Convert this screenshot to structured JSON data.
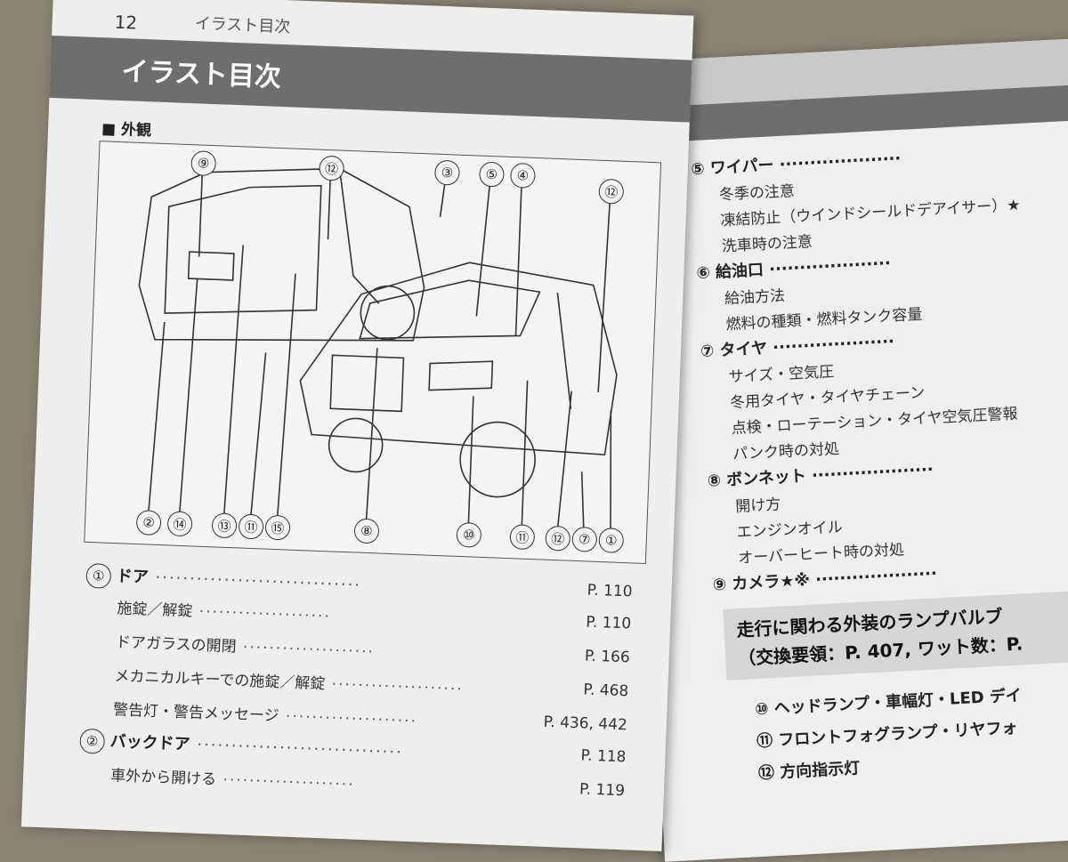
{
  "left": {
    "page_number": "12",
    "header_label": "イラスト目次",
    "title": "イラスト目次",
    "section": "■ 外観",
    "figure_callouts_top": [
      "⑨",
      "⑫",
      "③",
      "⑤",
      "④",
      "⑫"
    ],
    "figure_callouts_bottom": [
      "②",
      "⑭",
      "⑬",
      "⑪",
      "⑮",
      "⑧",
      "⑩",
      "⑪",
      "⑫",
      "⑦",
      "①"
    ],
    "toc": [
      {
        "num": "①",
        "label": "ドア",
        "page": "P. 110",
        "main": true
      },
      {
        "label": "施錠／解錠",
        "page": "P. 110"
      },
      {
        "label": "ドアガラスの開閉",
        "page": "P. 166"
      },
      {
        "label": "メカニカルキーでの施錠／解錠",
        "page": "P. 468"
      },
      {
        "label": "警告灯・警告メッセージ",
        "page": "P. 436, 442"
      },
      {
        "num": "②",
        "label": "バックドア",
        "page": "P. 118",
        "main": true
      },
      {
        "label": "車外から開ける",
        "page": "P. 119"
      }
    ]
  },
  "right": {
    "items": [
      {
        "text": "⑤ ワイパー",
        "main": true
      },
      {
        "text": "冬季の注意"
      },
      {
        "text": "凍結防止（ウインドシールドデアイサー）★"
      },
      {
        "text": "洗車時の注意"
      },
      {
        "text": "⑥ 給油口",
        "main": true
      },
      {
        "text": "給油方法"
      },
      {
        "text": "燃料の種類・燃料タンク容量"
      },
      {
        "text": "⑦ タイヤ",
        "main": true
      },
      {
        "text": "サイズ・空気圧"
      },
      {
        "text": "冬用タイヤ・タイヤチェーン"
      },
      {
        "text": "点検・ローテーション・タイヤ空気圧警報"
      },
      {
        "text": "パンク時の対処"
      },
      {
        "text": "⑧ ボンネット",
        "main": true
      },
      {
        "text": "開け方"
      },
      {
        "text": "エンジンオイル"
      },
      {
        "text": "オーバーヒート時の対処"
      },
      {
        "text": "⑨ カメラ★※",
        "main": true
      }
    ],
    "lamp_title": "走行に関わる外装のランプバルブ",
    "lamp_sub": "（交換要領：P. 407, ワット数：P.",
    "lamp_items": [
      "⑩ ヘッドランプ・車幅灯・LED デイ",
      "⑪ フロントフォグランプ・リヤフォ",
      "⑫ 方向指示灯"
    ]
  }
}
